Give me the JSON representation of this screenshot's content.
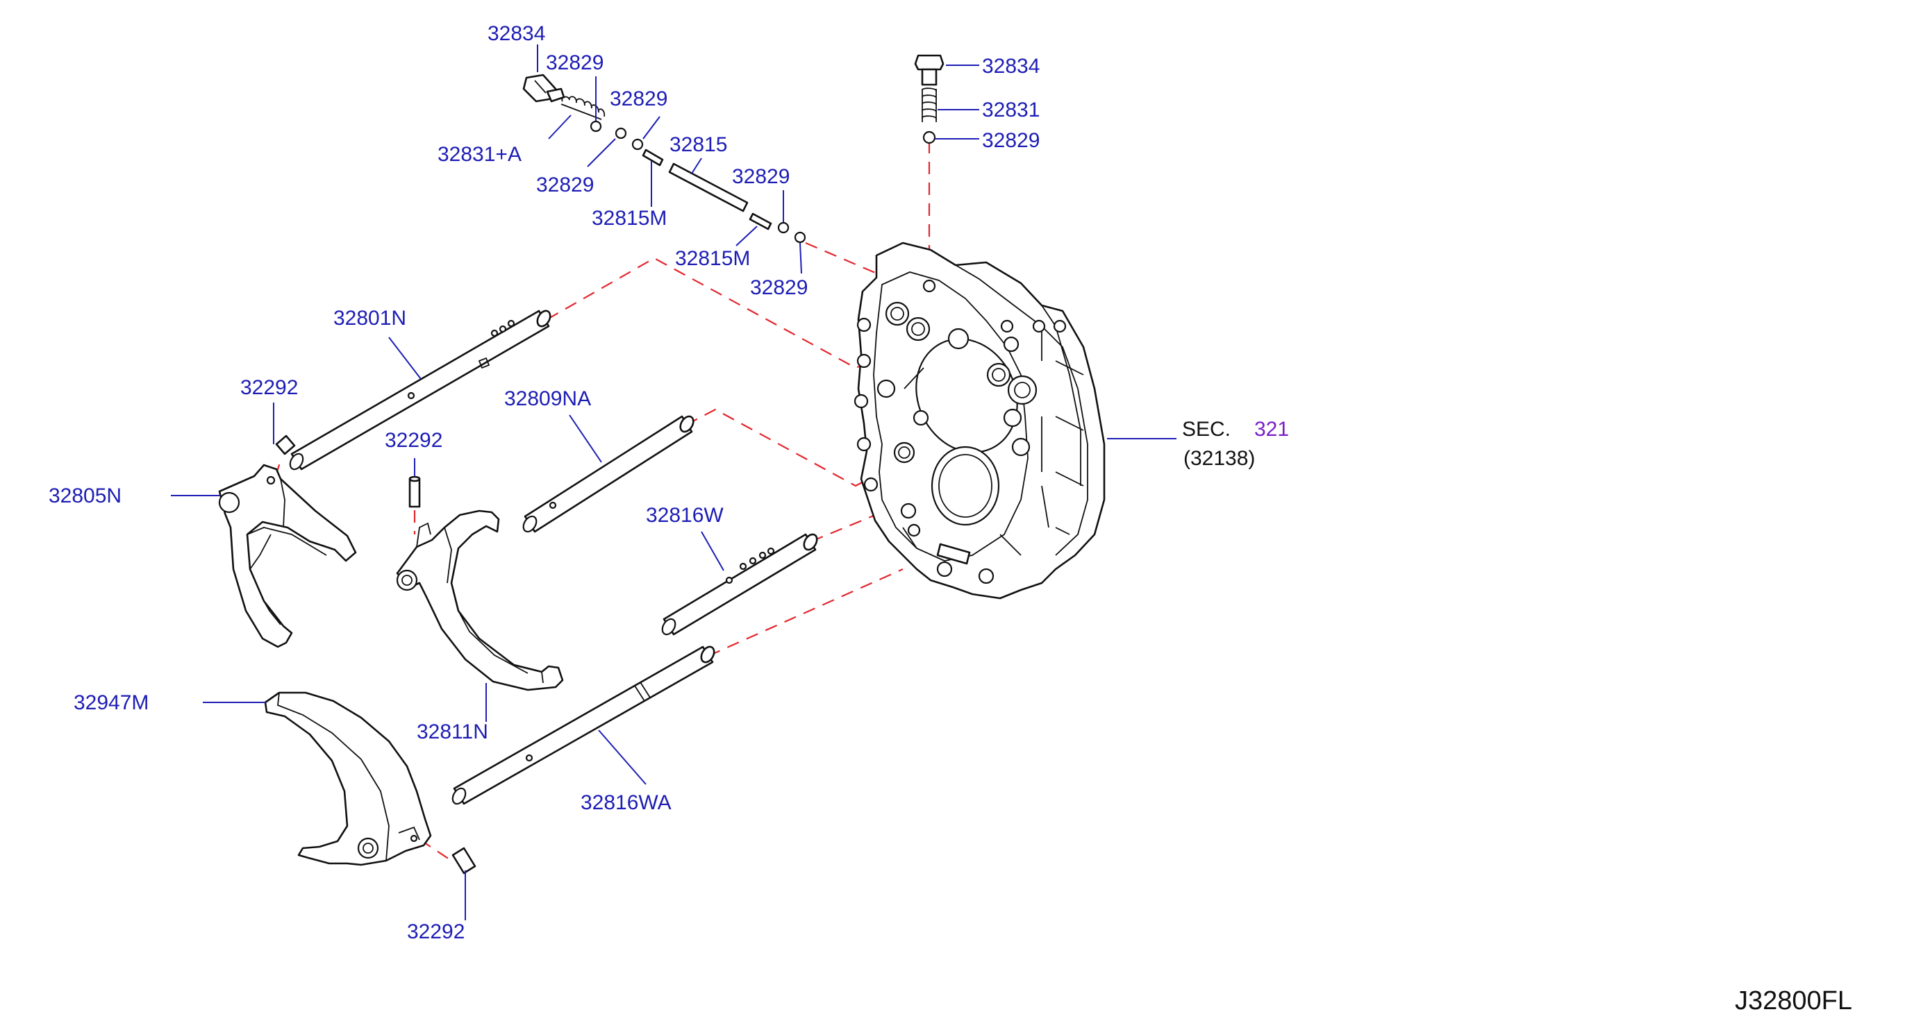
{
  "diagram_code": "J32800FL",
  "section_ref": {
    "prefix": "SEC.",
    "number": "321",
    "sub": "(32138)"
  },
  "callouts": [
    {
      "id": "c1",
      "label": "32834"
    },
    {
      "id": "c2",
      "label": "32829"
    },
    {
      "id": "c3",
      "label": "32829"
    },
    {
      "id": "c4",
      "label": "32831+A"
    },
    {
      "id": "c5",
      "label": "32829"
    },
    {
      "id": "c6",
      "label": "32815"
    },
    {
      "id": "c7",
      "label": "32815M"
    },
    {
      "id": "c8",
      "label": "32829"
    },
    {
      "id": "c9",
      "label": "32815M"
    },
    {
      "id": "c10",
      "label": "32829"
    },
    {
      "id": "c11",
      "label": "32834"
    },
    {
      "id": "c12",
      "label": "32831"
    },
    {
      "id": "c13",
      "label": "32829"
    },
    {
      "id": "c14",
      "label": "32801N"
    },
    {
      "id": "c15",
      "label": "32292"
    },
    {
      "id": "c16",
      "label": "32805N"
    },
    {
      "id": "c17",
      "label": "32809NA"
    },
    {
      "id": "c18",
      "label": "32292"
    },
    {
      "id": "c19",
      "label": "32816W"
    },
    {
      "id": "c20",
      "label": "32947M"
    },
    {
      "id": "c21",
      "label": "32811N"
    },
    {
      "id": "c22",
      "label": "32816WA"
    },
    {
      "id": "c23",
      "label": "32292"
    }
  ]
}
